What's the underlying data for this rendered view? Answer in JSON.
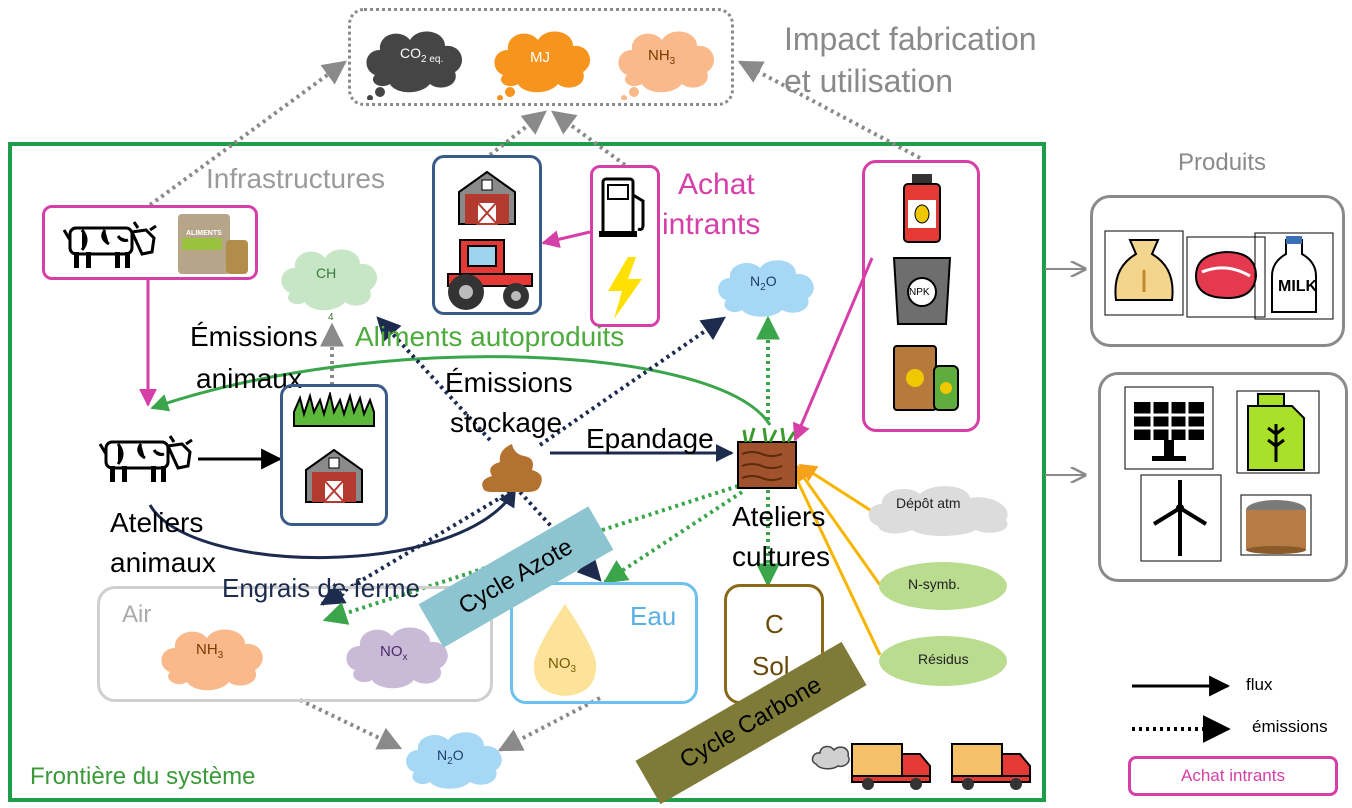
{
  "impact": {
    "clouds": {
      "co2": "CO",
      "co2_sub": "2 eq.",
      "mj": "MJ",
      "nh3": "NH",
      "nh3_sub": "3"
    },
    "label_line1": "Impact fabrication",
    "label_line2": "et utilisation"
  },
  "system": {
    "boundary_label": "Frontière du système",
    "infrastructures": "Infrastructures",
    "achat_line1": "Achat",
    "achat_line2": "intrants",
    "aliments_autoproduits": "Aliments autoproduits",
    "emissions_animaux_line1": "Émissions",
    "emissions_animaux_line2": "animaux",
    "emissions_stockage_line1": "Émissions",
    "emissions_stockage_line2": "stockage",
    "epandage": "Epandage",
    "ateliers_animaux_line1": "Ateliers",
    "ateliers_animaux_line2": "animaux",
    "engrais_de_ferme": "Engrais de ferme",
    "ateliers_cultures_line1": "Ateliers",
    "ateliers_cultures_line2": "cultures",
    "cycle_azote": "Cycle Azote",
    "cycle_carbone": "Cycle Carbone",
    "air": "Air",
    "eau": "Eau",
    "c_sol_line1": "C",
    "c_sol_line2": "Sol",
    "ch4": "CH",
    "ch4_sub": "4",
    "n2o_top": "N",
    "n2o_top_sub": "2",
    "n2o_top_tail": "O",
    "n2o_bottom": "N",
    "n2o_bottom_sub": "2",
    "n2o_bottom_tail": "O",
    "nh3_air": "NH",
    "nh3_air_sub": "3",
    "nox": "NO",
    "nox_sub": "x",
    "no3": "NO",
    "no3_sub": "3",
    "npk": "NPK",
    "aliments_bag": "ALIMENTS"
  },
  "external_inputs": {
    "depot_atm": "Dépôt atm",
    "n_symb": "N-symb.",
    "residus": "Résidus"
  },
  "produits": {
    "title": "Produits",
    "milk": "MILK"
  },
  "legend": {
    "flux": "flux",
    "emissions": "émissions",
    "achat_intrants": "Achat intrants"
  },
  "colors": {
    "boundary_green": "#1e9e4a",
    "magenta": "#d63fa8",
    "navy": "#1d2b4f",
    "grey": "#8a8a8a",
    "green_dotted": "#3aa54a",
    "orange": "#f7a21b",
    "yellow": "#f6b500",
    "text_green": "#4cab3c"
  }
}
